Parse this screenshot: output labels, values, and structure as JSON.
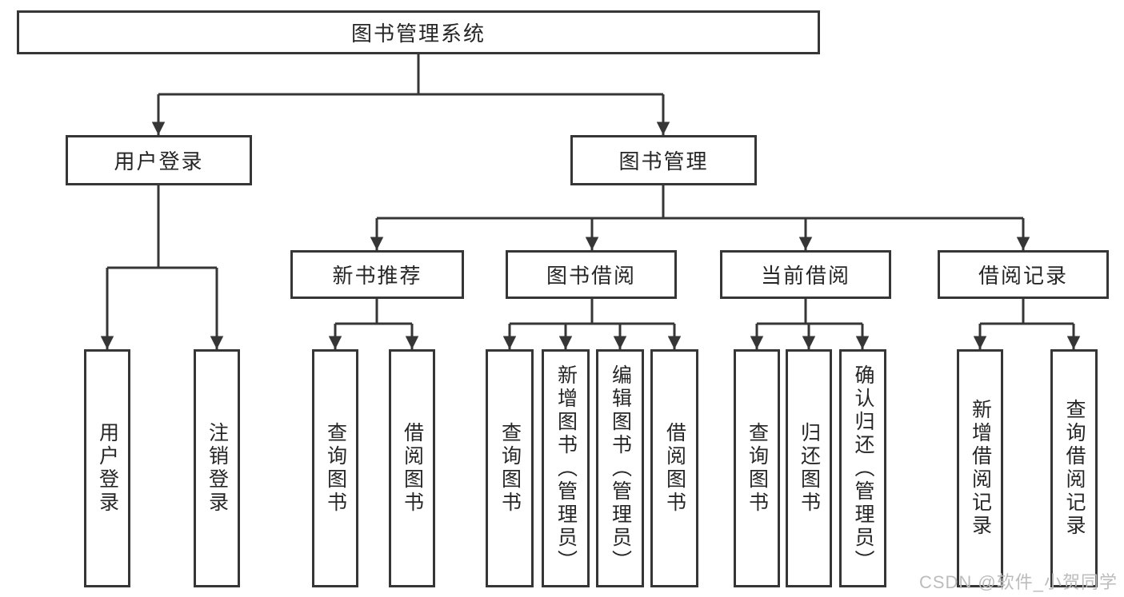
{
  "watermark": "CSDN @软件_小贺同学",
  "colors": {
    "line": "#363636",
    "box_border": "#363636",
    "text": "#262626",
    "background": "#ffffff",
    "watermark": "#bcbcbc"
  },
  "tree": {
    "label": "图书管理系统",
    "children": [
      {
        "label": "用户登录",
        "children": [
          {
            "label": "用户登录"
          },
          {
            "label": "注销登录"
          }
        ]
      },
      {
        "label": "图书管理",
        "children": [
          {
            "label": "新书推荐",
            "children": [
              {
                "label": "查询图书"
              },
              {
                "label": "借阅图书"
              }
            ]
          },
          {
            "label": "图书借阅",
            "children": [
              {
                "label": "查询图书"
              },
              {
                "label": "新增图书（管理员）"
              },
              {
                "label": "编辑图书（管理员）"
              },
              {
                "label": "借阅图书"
              }
            ]
          },
          {
            "label": "当前借阅",
            "children": [
              {
                "label": "查询图书"
              },
              {
                "label": "归还图书"
              },
              {
                "label": "确认归还（管理员）"
              }
            ]
          },
          {
            "label": "借阅记录",
            "children": [
              {
                "label": "新增借阅记录"
              },
              {
                "label": "查询借阅记录"
              }
            ]
          }
        ]
      }
    ]
  }
}
